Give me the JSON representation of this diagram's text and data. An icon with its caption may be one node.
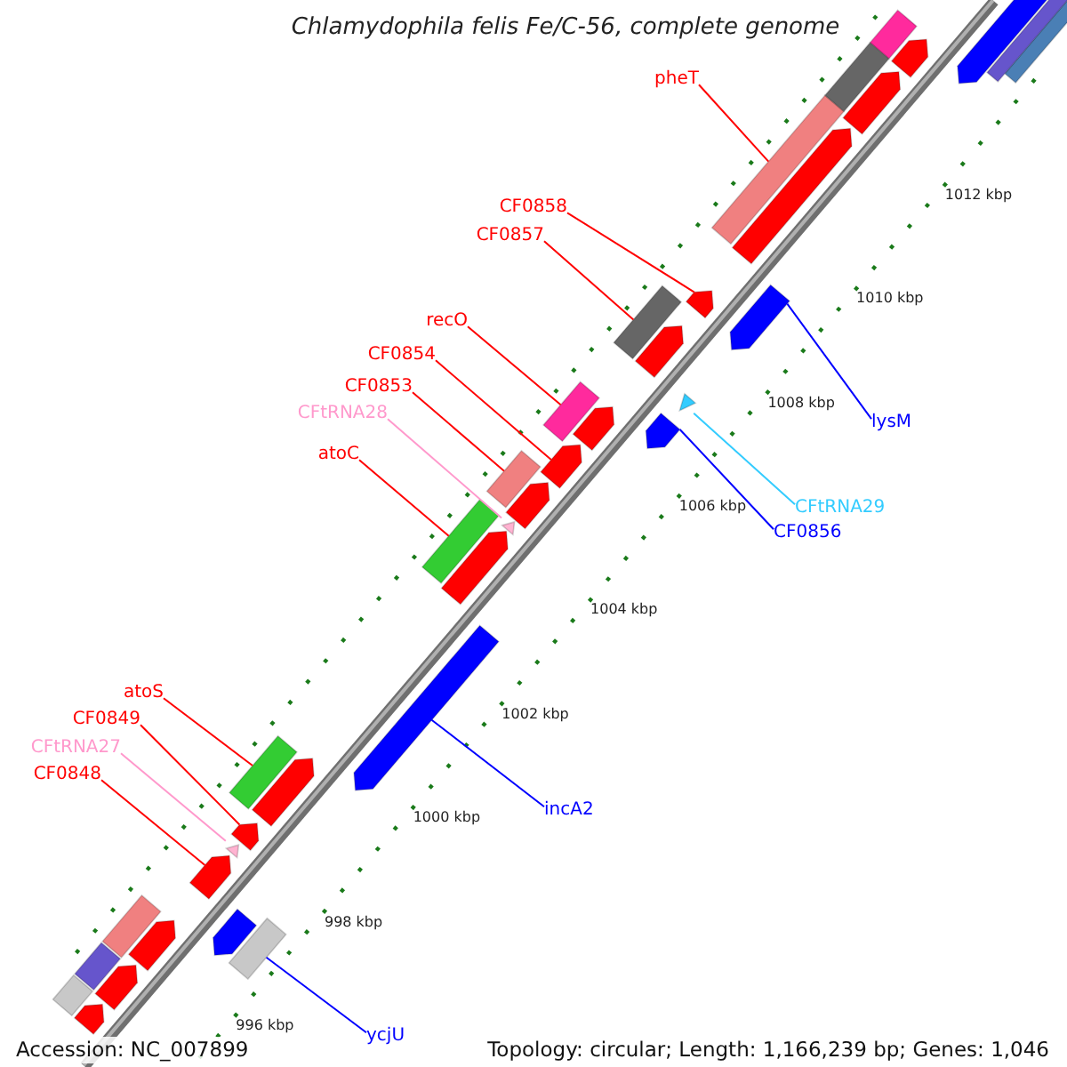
{
  "diagram": {
    "title": "Chlamydophila felis Fe/C-56, complete genome",
    "nodes": [
      {
        "text": [
          "pheT"
        ]
      },
      {
        "text": [
          "CF0858"
        ]
      },
      {
        "text": [
          "CF0857"
        ]
      },
      {
        "text": [
          "recO"
        ]
      },
      {
        "text": [
          "CF0854"
        ]
      },
      {
        "text": [
          "CF0853"
        ]
      },
      {
        "text": [
          "CFtRNA28"
        ]
      },
      {
        "text": [
          "lysM"
        ]
      },
      {
        "text": [
          "atoC"
        ]
      },
      {
        "text": [
          "CFtRNA29"
        ]
      },
      {
        "text": [
          "CF0856"
        ]
      },
      {
        "text": [
          "atoS"
        ]
      },
      {
        "text": [
          "CF0849"
        ]
      },
      {
        "text": [
          "CFtRNA27"
        ]
      },
      {
        "text": [
          "CF0848"
        ]
      },
      {
        "text": [
          "incA2"
        ]
      },
      {
        "text": [
          "ycjU"
        ]
      },
      {
        "text": [],
        "shape": "box"
      },
      {
        "text": [],
        "shape": "arrow"
      },
      {
        "text": [],
        "shape": "box"
      },
      {
        "text": [],
        "shape": "box"
      },
      {
        "text": [],
        "shape": "arrow"
      },
      {
        "text": [],
        "shape": "box"
      },
      {
        "text": [],
        "shape": "triangle"
      },
      {
        "text": [],
        "shape": "arrow"
      },
      {
        "text": [],
        "shape": "box"
      },
      {
        "text": [],
        "shape": "triangle"
      },
      {
        "text": [],
        "shape": "arrow"
      },
      {
        "text": [],
        "shape": "box"
      },
      {
        "text": [],
        "shape": "arrow"
      },
      {
        "text": [],
        "shape": "triangle"
      },
      {
        "text": [],
        "shape": "arrow"
      },
      {
        "text": [],
        "shape": "arrow"
      },
      {
        "text": [],
        "shape": "box"
      },
      {
        "text": [],
        "shape": "box"
      },
      {
        "text": [],
        "shape": "box"
      },
      {
        "text": [],
        "shape": "arrow"
      },
      {
        "text": [],
        "shape": "box"
      },
      {
        "text": [],
        "shape": "arrow"
      },
      {
        "text": [],
        "shape": "box"
      },
      {
        "text": [],
        "shape": "arrow"
      },
      {
        "text": [],
        "shape": "arrow"
      },
      {
        "text": [],
        "shape": "arrow"
      },
      {
        "text": [],
        "shape": "arrow"
      },
      {
        "text": [],
        "shape": "arrow"
      },
      {
        "text": [],
        "shape": "arrow"
      },
      {
        "text": [],
        "shape": "arrow"
      },
      {
        "text": [],
        "shape": "arrow"
      },
      {
        "text": [],
        "shape": "arrow"
      },
      {
        "text": [],
        "shape": "box"
      },
      {
        "text": [],
        "shape": "box"
      },
      {
        "text": [],
        "shape": "arrow"
      },
      {
        "text": [],
        "shape": "box"
      },
      {
        "text": [],
        "shape": "arrow"
      }
    ],
    "edges": [
      {
        "from": 0,
        "to": 17,
        "arrow": "none"
      },
      {
        "from": 1,
        "to": 18,
        "arrow": "none"
      },
      {
        "from": 2,
        "to": 19,
        "arrow": "none"
      },
      {
        "from": 3,
        "to": 20,
        "arrow": "none"
      },
      {
        "from": 4,
        "to": 21,
        "arrow": "none"
      },
      {
        "from": 5,
        "to": 22,
        "arrow": "none"
      },
      {
        "from": 6,
        "to": 23,
        "arrow": "none",
        "color": "#ff99cc"
      },
      {
        "from": 7,
        "to": 24,
        "arrow": "none",
        "color": "#0000ff"
      },
      {
        "from": 8,
        "to": 25,
        "arrow": "none"
      },
      {
        "from": 9,
        "to": 26,
        "arrow": "none",
        "color": "#33ccff"
      },
      {
        "from": 10,
        "to": 27,
        "arrow": "none",
        "color": "#0000ff"
      },
      {
        "from": 11,
        "to": 28,
        "arrow": "none"
      },
      {
        "from": 12,
        "to": 29,
        "arrow": "none"
      },
      {
        "from": 13,
        "to": 30,
        "arrow": "none",
        "color": "#ff99cc"
      },
      {
        "from": 14,
        "to": 31,
        "arrow": "none"
      },
      {
        "from": 15,
        "to": 32,
        "arrow": "none",
        "color": "#0000ff"
      },
      {
        "from": 16,
        "to": 33,
        "arrow": "none",
        "color": "#0000ff"
      }
    ],
    "labels": [
      "1012 kbp",
      "1010 kbp",
      "1008 kbp",
      "1006 kbp",
      "1004 kbp",
      "1002 kbp",
      "1000 kbp",
      "998 kbp",
      "996 kbp",
      "Accession: NC_007899",
      "Topology: circular; Length: 1,166,239 bp; Genes: 1,046"
    ]
  }
}
